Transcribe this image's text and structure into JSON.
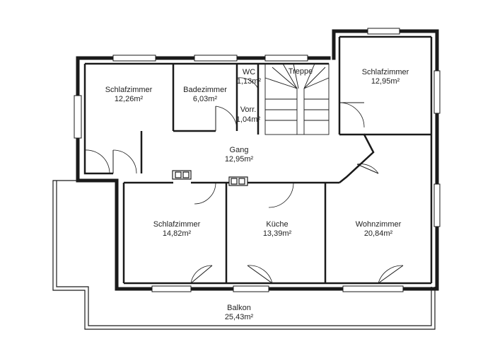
{
  "rooms": [
    {
      "id": "schlafzimmer-1",
      "name": "Schlafzimmer",
      "area": "12,26m²"
    },
    {
      "id": "badezimmer",
      "name": "Badezimmer",
      "area": "6,03m²"
    },
    {
      "id": "wc",
      "name": "WC",
      "area": "1,13m²"
    },
    {
      "id": "treppe",
      "name": "Treppe",
      "area": ""
    },
    {
      "id": "vorraum",
      "name": "Vorr.",
      "area": "1,04m²"
    },
    {
      "id": "schlafzimmer-2",
      "name": "Schlafzimmer",
      "area": "12,95m²"
    },
    {
      "id": "gang",
      "name": "Gang",
      "area": "12,95m²"
    },
    {
      "id": "schlafzimmer-3",
      "name": "Schlafzimmer",
      "area": "14,82m²"
    },
    {
      "id": "kueche",
      "name": "Küche",
      "area": "13,39m²"
    },
    {
      "id": "wohnzimmer",
      "name": "Wohnzimmer",
      "area": "20,84m²"
    },
    {
      "id": "balkon",
      "name": "Balkon",
      "area": "25,43m²"
    }
  ]
}
